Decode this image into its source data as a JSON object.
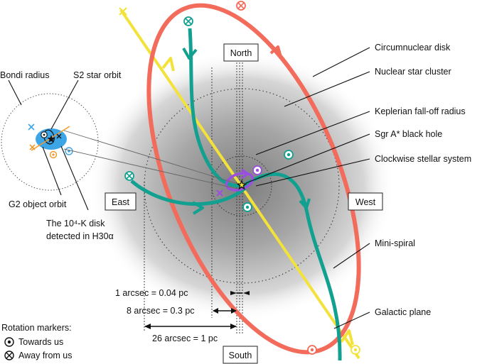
{
  "directions": {
    "north": "North",
    "south": "South",
    "east": "East",
    "west": "West"
  },
  "labels": {
    "circumnuclear_disk": "Circumnuclear disk",
    "nuclear_star_cluster": "Nuclear star cluster",
    "keplerian_radius": "Keplerian fall-off radius",
    "sgr_a": "Sgr A* black hole",
    "clockwise_system": "Clockwise stellar system",
    "mini_spiral": "Mini-spiral",
    "galactic_plane": "Galactic plane",
    "bondi_radius": "Bondi radius",
    "s2_orbit": "S2 star orbit",
    "g2_orbit": "G2 object orbit",
    "disk_line1": "The 10⁴-K disk",
    "disk_line2": "detected in H30α"
  },
  "scales": [
    {
      "text": "1 arcsec = 0.04 pc"
    },
    {
      "text": "8 arcsec = 0.3 pc"
    },
    {
      "text": "26 arcsec = 1 pc"
    }
  ],
  "legend": {
    "title": "Rotation markers:",
    "towards": "Towards us",
    "away": "Away from us"
  },
  "colors": {
    "circumnuclear_disk": "#f26b5b",
    "mini_spiral": "#12a090",
    "galactic_plane": "#f3e23a",
    "clockwise_system": "#9b4fe0",
    "g2_orbit": "#f39a2e",
    "disk_10k": "#3ca5e6"
  }
}
